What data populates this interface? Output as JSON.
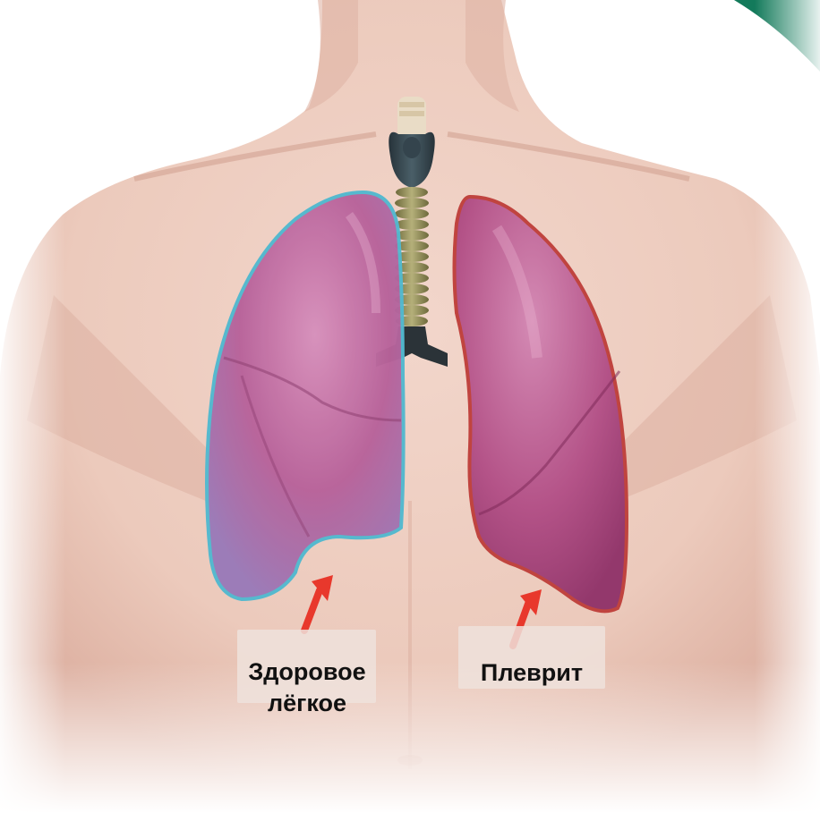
{
  "labels": {
    "healthy_line1": "Здоровое",
    "healthy_line2": "лёгкое",
    "pleurisy": "Плеврит"
  },
  "colors": {
    "skin": "#efcfc3",
    "skin_shadow": "#dcb0a2",
    "lung": "#b4588e",
    "lung_highlight": "#d28cb6",
    "healthy_outline": "#52b9cf",
    "pleurisy_outline": "#c0443f",
    "arrow": "#e8382c",
    "trachea_ring": "#7a7748",
    "trachea_dark": "#25343c",
    "corner_accent": "#137a5b"
  },
  "icons": {
    "arrow": "arrow-up-icon"
  }
}
